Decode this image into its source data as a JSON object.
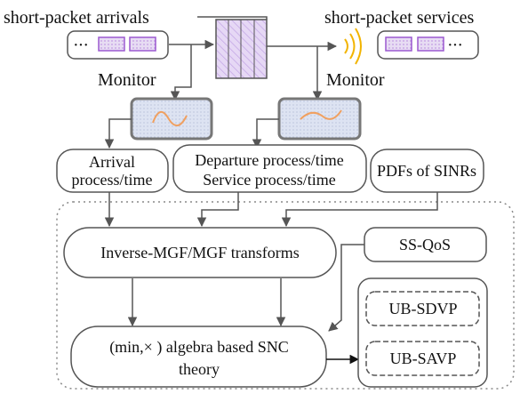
{
  "labels": {
    "arrivals": "short-packet arrivals",
    "services": "short-packet services",
    "monitor_left": "Monitor",
    "monitor_right": "Monitor",
    "dots_left": "···",
    "dots_right": "···"
  },
  "boxes": {
    "arrival_line1": "Arrival",
    "arrival_line2": "process/time",
    "departure_line1": "Departure process/time",
    "departure_line2": "Service process/time",
    "pdfs": "PDFs of SINRs",
    "transforms": "Inverse-MGF/MGF transforms",
    "ssqos": "SS-QoS",
    "snc_line1": "(min,× ) algebra based SNC",
    "snc_line2": "theory",
    "ub_sdvp": "UB-SDVP",
    "ub_savp": "UB-SAVP"
  },
  "colors": {
    "packet_fill": "#e7dcf3",
    "packet_border": "#9b59d0",
    "queue_fill": "#e6d8f5",
    "monitor_fill": "#dde3f2",
    "wave": "#f0a060",
    "signal": "#f2b400"
  }
}
